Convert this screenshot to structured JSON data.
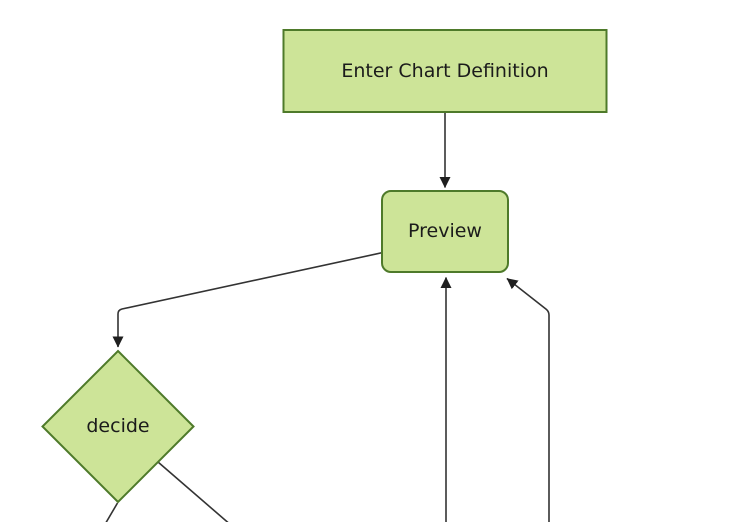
{
  "diagram": {
    "type": "flowchart",
    "nodes": [
      {
        "id": "A",
        "shape": "rectangle",
        "label": "Enter Chart Definition"
      },
      {
        "id": "B",
        "shape": "rounded-rectangle",
        "label": "Preview"
      },
      {
        "id": "C",
        "shape": "diamond",
        "label": "decide"
      }
    ],
    "edges": [
      {
        "from": "A",
        "to": "B",
        "arrowhead": true
      },
      {
        "from": "B",
        "to": "C",
        "arrowhead": true
      },
      {
        "from": "C",
        "to": "offscreen-bottom-left",
        "arrowhead": false
      },
      {
        "from": "C",
        "to": "offscreen-bottom-right",
        "arrowhead": false
      },
      {
        "from": "offscreen-bottom-center",
        "to": "B",
        "arrowhead": true
      },
      {
        "from": "offscreen-bottom-right",
        "to": "B",
        "arrowhead": true
      }
    ],
    "colors": {
      "node_fill": "#cde498",
      "node_border": "#4e7a2a",
      "edge_line": "#333333",
      "arrowhead": "#1f1f1f",
      "text": "#1b1b1b",
      "background": "#ffffff"
    }
  }
}
